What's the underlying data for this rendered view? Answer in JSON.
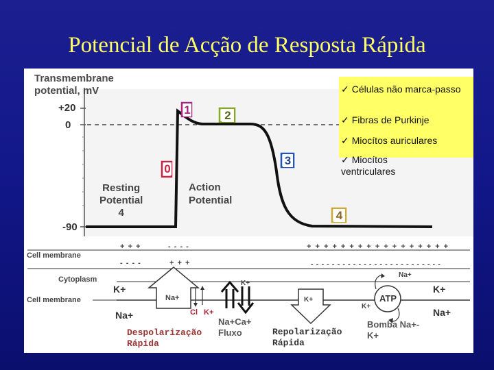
{
  "slide": {
    "title": "Potencial de Acção de Resposta Rápida"
  },
  "graph": {
    "axis_title": "Transmembrane potential, mV",
    "ticks": [
      "+20",
      "0",
      "-90"
    ],
    "phases": [
      "0",
      "1",
      "2",
      "3",
      "4"
    ],
    "resting_label": [
      "Resting",
      "Potential",
      "4"
    ],
    "action_label": [
      "Action",
      "Potential"
    ]
  },
  "membrane": {
    "cell_membrane_top": "Cell membrane",
    "cytoplasm": "Cytoplasm",
    "cell_membrane_bottom": "Cell membrane",
    "charges_plus_left": "+ + +",
    "charges_minus_left": "- - - -",
    "charges_minus_mid": "- - - -",
    "charges_plus_mid": "+ + +",
    "charges_plus_right": "+ + + + + + + + + + + + + + + + +",
    "charges_minus_right": "- - - - - - - - - - - - - - - - - - - - - - - - -",
    "ion_k_left": "K+",
    "ion_na_left": "Na+",
    "ion_na_arrow": "Na+",
    "ion_cl": "Cl",
    "ion_k_small": "K+",
    "ion_k_channel": "K+",
    "ion_k_repol": "K+",
    "ion_na_pump": "Na+",
    "ion_k_pump": "K+",
    "atp": "ATP",
    "ion_k_right": "K+",
    "ion_na_right": "Na+"
  },
  "captions": {
    "depol": [
      "Despolarização",
      "Rápida"
    ],
    "flux": [
      "Na+Ca+",
      "Fluxo"
    ],
    "repol": [
      "Repolarização",
      "Rápida"
    ],
    "pump": [
      "Bomba Na+-",
      "K+"
    ]
  },
  "notes": [
    "Células não marca-passo",
    "Fibras de Purkinje",
    "Miocítos auriculares",
    "Miocítos ventriculares"
  ],
  "colors": {
    "title": "#ffff66",
    "background": "#12178a",
    "note_box": "#ffff66",
    "phase0": "#cc2244",
    "phase1": "#aa2288",
    "phase2": "#88aa22",
    "phase3": "#2255bb",
    "phase4": "#ccaa33"
  }
}
